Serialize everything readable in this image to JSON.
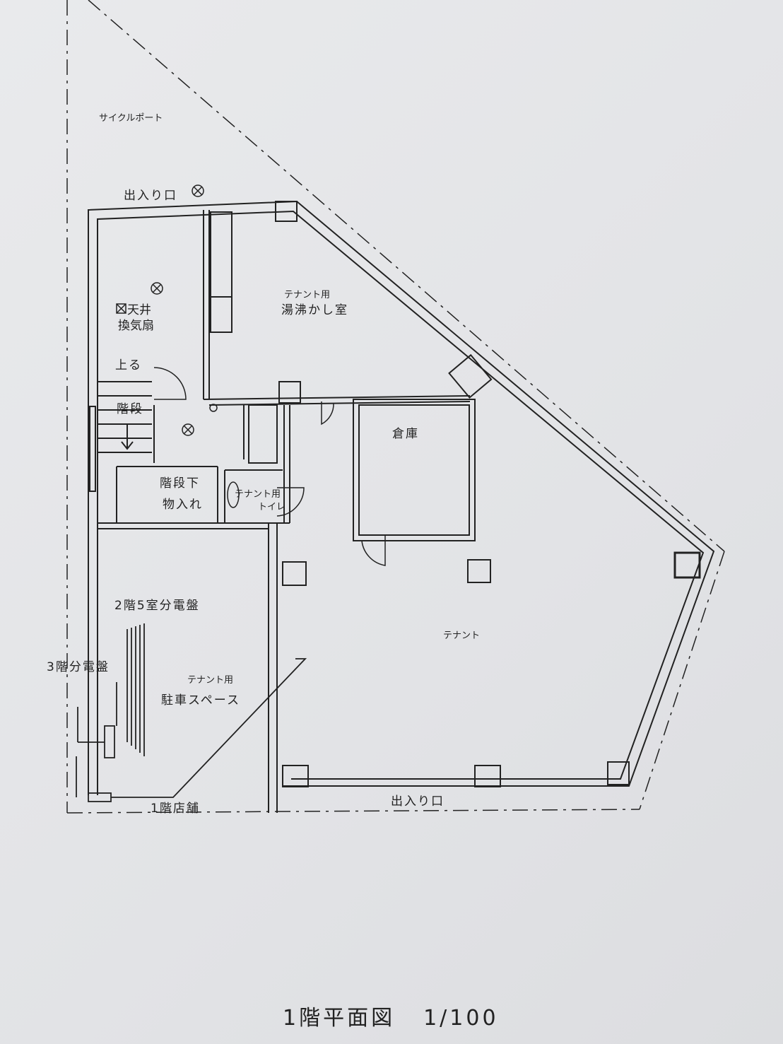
{
  "title": {
    "name": "1階平面図",
    "scale": "1/100"
  },
  "labels": {
    "cycle_port": "サイクルポート",
    "entrance_top": "出入り口",
    "ceiling_fan": "天井",
    "ceiling_fan2": "換気扇",
    "stairs_up": "上る",
    "stairs": "階段",
    "kitchen_1": "テナント用",
    "kitchen_2": "湯沸かし室",
    "storage": "倉庫",
    "under_stairs_1": "階段下",
    "under_stairs_2": "物入れ",
    "toilet_1": "テナント用",
    "toilet_2": "トイレ",
    "tenant": "テナント",
    "panel_2f": "2階5室分電盤",
    "panel_3f": "3階分電盤",
    "parking_1": "テナント用",
    "parking_2": "駐車スペース",
    "shop_1f": "1階店舗",
    "entrance_bottom": "出入り口"
  },
  "colors": {
    "line": "#222222",
    "paper": "#e4e5e7"
  }
}
